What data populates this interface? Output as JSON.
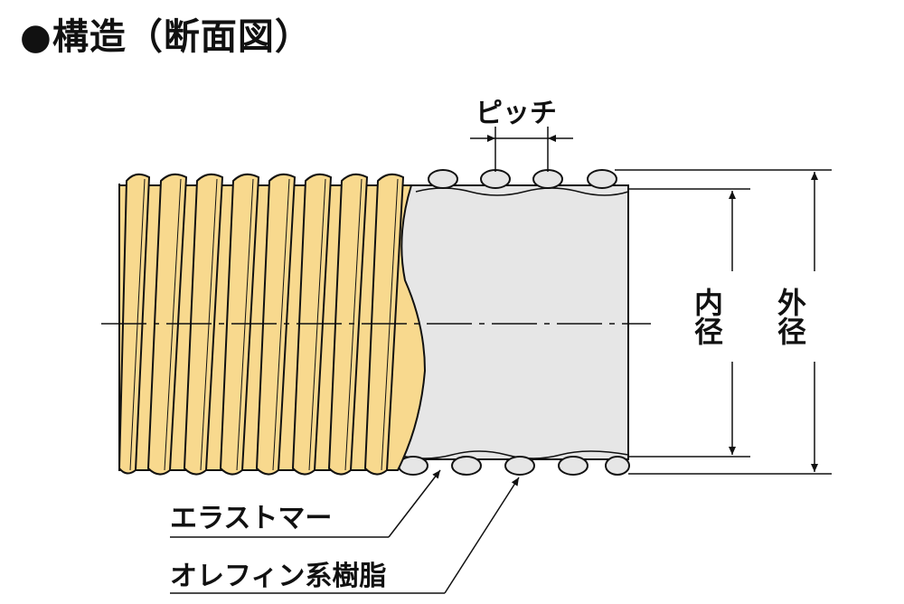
{
  "title": "●構造（断面図）",
  "labels": {
    "pitch": "ピッチ",
    "inner_diameter": "内径",
    "outer_diameter": "外径",
    "elastomer": "エラストマー",
    "olefin_resin": "オレフィン系樹脂"
  },
  "colors": {
    "helix_fill": "#f8d98e",
    "tube_fill": "#e6e6e6",
    "line": "#111111"
  }
}
